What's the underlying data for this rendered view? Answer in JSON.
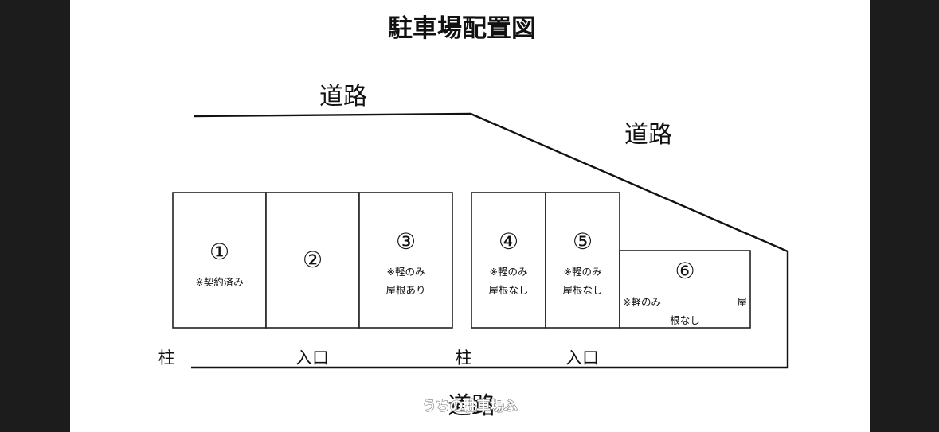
{
  "title": "駐車場配置図",
  "roads": {
    "top": "道路",
    "right": "道路",
    "bottom": "道路"
  },
  "spaces": [
    {
      "id": "space-1",
      "number": "①",
      "notes": [
        "※契約済み"
      ]
    },
    {
      "id": "space-2",
      "number": "②",
      "notes": []
    },
    {
      "id": "space-3",
      "number": "③",
      "notes": [
        "※軽のみ",
        "屋根あり"
      ]
    },
    {
      "id": "space-4",
      "number": "④",
      "notes": [
        "※軽のみ",
        "屋根なし"
      ]
    },
    {
      "id": "space-5",
      "number": "⑤",
      "notes": [
        "※軽のみ",
        "屋根なし"
      ]
    },
    {
      "id": "space-6",
      "number": "⑥",
      "notes": [
        "※軽のみ",
        "屋",
        "根なし"
      ]
    }
  ],
  "ground_labels": {
    "pillar_left": "柱",
    "entrance_left": "入口",
    "pillar_right": "柱",
    "entrance_right": "入口"
  },
  "watermark": "うちの駐車場ふ"
}
